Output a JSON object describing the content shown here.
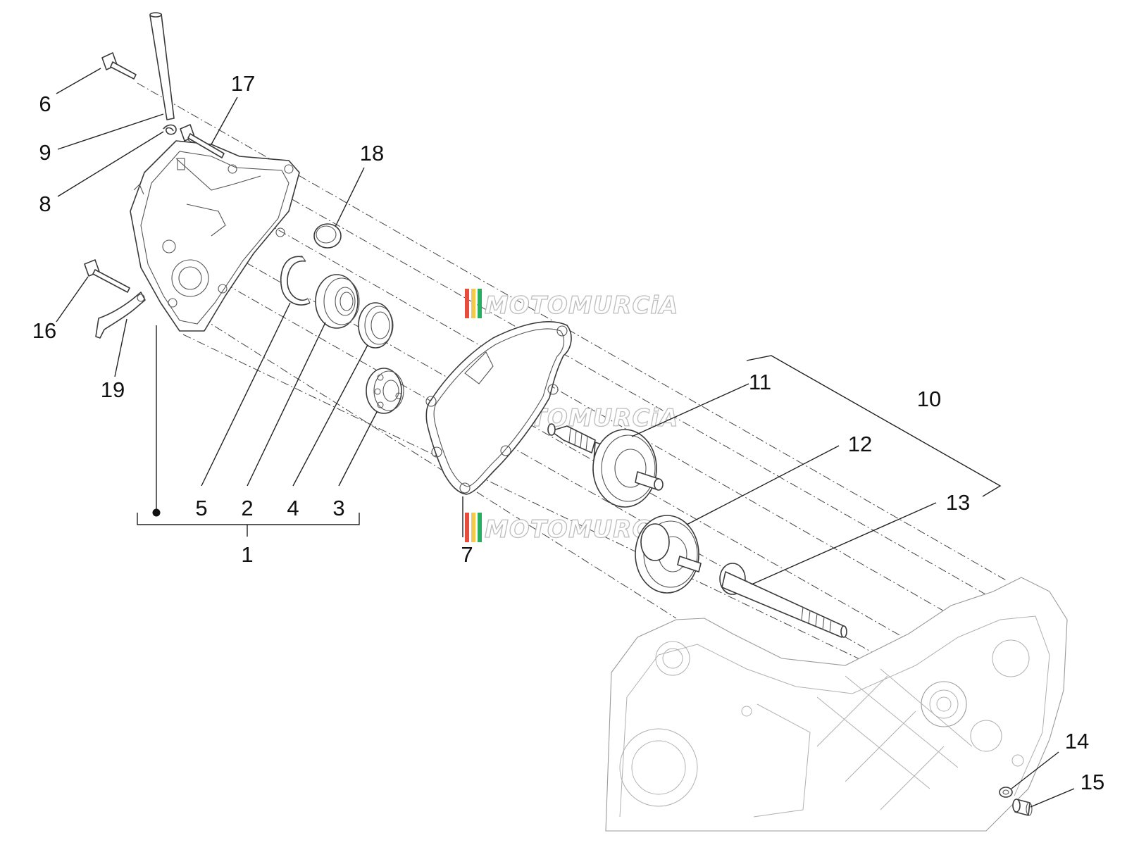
{
  "diagram": {
    "part_labels": {
      "p1": "1",
      "p2": "2",
      "p3": "3",
      "p4": "4",
      "p5": "5",
      "p6": "6",
      "p7": "7",
      "p8": "8",
      "p9": "9",
      "p10": "10",
      "p11": "11",
      "p12": "12",
      "p13": "13",
      "p14": "14",
      "p15": "15",
      "p16": "16",
      "p17": "17",
      "p18": "18",
      "p19": "19"
    },
    "watermark": {
      "text": "MOTOMURCiA",
      "stripe_colors": [
        "#e74c3c",
        "#f2c94c",
        "#27ae60"
      ]
    },
    "colors": {
      "line": "#3a3a3a",
      "faint": "#9a9a9a",
      "text": "#111111"
    }
  }
}
